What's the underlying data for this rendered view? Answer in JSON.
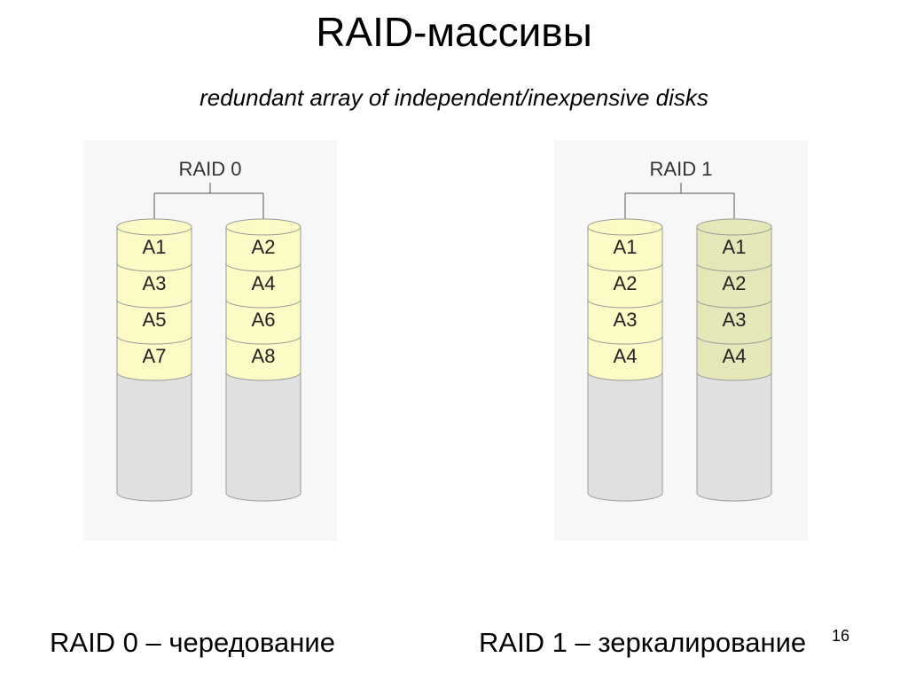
{
  "slide": {
    "title": "RAID-массивы",
    "subtitle": "redundant array of independent/inexpensive disks",
    "page_number": "16"
  },
  "diagrams": [
    {
      "label": "RAID 0",
      "disks": [
        {
          "blocks": [
            "A1",
            "A3",
            "A5",
            "A7"
          ],
          "mirror": false
        },
        {
          "blocks": [
            "A2",
            "A4",
            "A6",
            "A8"
          ],
          "mirror": false
        }
      ]
    },
    {
      "label": "RAID 1",
      "disks": [
        {
          "blocks": [
            "A1",
            "A2",
            "A3",
            "A4"
          ],
          "mirror": false
        },
        {
          "blocks": [
            "A1",
            "A2",
            "A3",
            "A4"
          ],
          "mirror": true
        }
      ]
    }
  ],
  "captions": {
    "raid0": "RAID 0 – чередование",
    "raid1": "RAID 1 – зеркалирование"
  },
  "colors": {
    "panel": "#f7f7f7",
    "block": "#fdfbc5",
    "mirror_block": "#e6e7b9",
    "empty": "#e0e0e0",
    "outline": "#9a9a9a"
  }
}
